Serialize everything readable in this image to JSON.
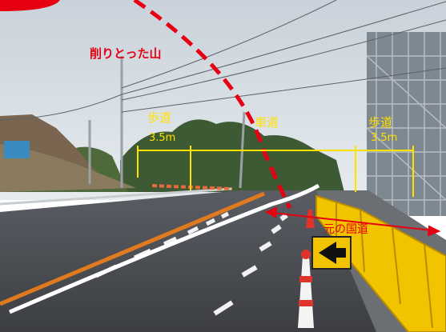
{
  "annotations": {
    "cut_mountain": "削りとった山",
    "sidewalk_left": "歩道",
    "sidewalk_left_width": "3.5m",
    "roadway": "車道",
    "sidewalk_right": "歩道",
    "sidewalk_right_width": "3.5m",
    "old_national_road": "元の国道"
  },
  "colors": {
    "annotation_red": "#e60012",
    "annotation_yellow": "#ffe100",
    "line_white": "#ffffff",
    "barrier_yellow": "#f2c400",
    "lane_orange": "#e07a1e"
  }
}
